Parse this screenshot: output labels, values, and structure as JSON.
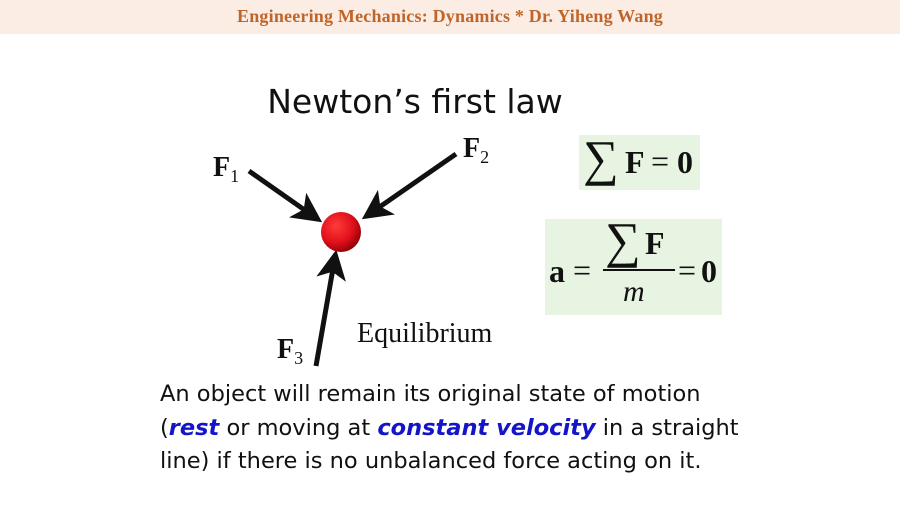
{
  "header": {
    "course_title": "Engineering Mechanics: Dynamics *  Dr. Yiheng Wang",
    "background": "#fbede4",
    "text_color": "#c0652a"
  },
  "slide": {
    "title": "Newton’s first law",
    "diagram": {
      "forces": [
        {
          "symbol": "F",
          "subscript": "1"
        },
        {
          "symbol": "F",
          "subscript": "2"
        },
        {
          "symbol": "F",
          "subscript": "3"
        }
      ],
      "particle_color": "#e0101a",
      "caption": "Equilibrium"
    },
    "equations": {
      "eq1": {
        "sigma": "∑",
        "F": "F",
        "equals": "=",
        "zero": "0"
      },
      "eq2": {
        "a": "a",
        "equals": "=",
        "sigma": "∑",
        "F": "F",
        "m": "m",
        "equals2": "=",
        "zero": "0"
      },
      "box_color": "#e8f4e2"
    },
    "statement": {
      "part1": "An object will remain its original state of motion (",
      "highlight1": "rest",
      "part2": " or moving at ",
      "highlight2": "constant velocity",
      "part3": " in a straight line) if there is no unbalanced force acting on it.",
      "highlight_color": "#1414c8"
    }
  }
}
